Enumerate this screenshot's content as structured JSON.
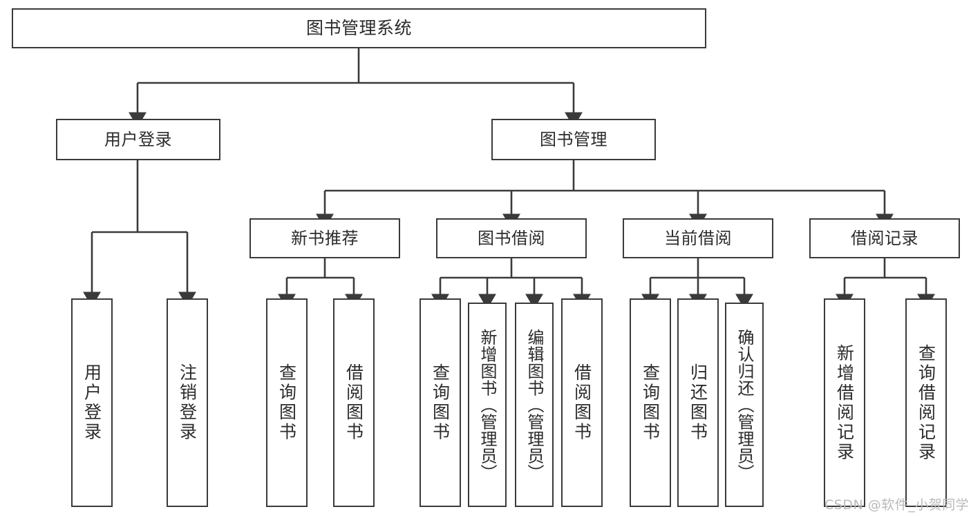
{
  "diagram": {
    "title": "图书管理系统",
    "type": "hierarchy-tree",
    "watermark": "CSDN @软件_小贺同学",
    "colors": {
      "border": "#3a3a3a",
      "text": "#2b2b2b",
      "background": "#ffffff",
      "watermark": "#b9b9b9"
    },
    "nodes": {
      "root": {
        "label": "图书管理系统"
      },
      "level1": [
        {
          "id": "user-login",
          "label": "用户登录"
        },
        {
          "id": "book-management",
          "label": "图书管理"
        }
      ],
      "level2": [
        {
          "id": "new-book-recommend",
          "label": "新书推荐"
        },
        {
          "id": "book-borrow",
          "label": "图书借阅"
        },
        {
          "id": "current-borrow",
          "label": "当前借阅"
        },
        {
          "id": "borrow-record",
          "label": "借阅记录"
        }
      ],
      "leaves": [
        {
          "id": "leaf-user-login",
          "label": "用户登录",
          "parent": "user-login"
        },
        {
          "id": "leaf-logout",
          "label": "注销登录",
          "parent": "user-login"
        },
        {
          "id": "leaf-query-book-1",
          "label": "查询图书",
          "parent": "new-book-recommend"
        },
        {
          "id": "leaf-borrow-book-1",
          "label": "借阅图书",
          "parent": "new-book-recommend"
        },
        {
          "id": "leaf-query-book-2",
          "label": "查询图书",
          "parent": "book-borrow"
        },
        {
          "id": "leaf-add-book",
          "label": "新增图书（管理员）",
          "parent": "book-borrow"
        },
        {
          "id": "leaf-edit-book",
          "label": "编辑图书（管理员）",
          "parent": "book-borrow"
        },
        {
          "id": "leaf-borrow-book-2",
          "label": "借阅图书",
          "parent": "book-borrow"
        },
        {
          "id": "leaf-query-book-3",
          "label": "查询图书",
          "parent": "current-borrow"
        },
        {
          "id": "leaf-return-book",
          "label": "归还图书",
          "parent": "current-borrow"
        },
        {
          "id": "leaf-confirm-return",
          "label": "确认归还（管理员）",
          "parent": "current-borrow"
        },
        {
          "id": "leaf-add-record",
          "label": "新增借阅记录",
          "parent": "borrow-record"
        },
        {
          "id": "leaf-query-record",
          "label": "查询借阅记录",
          "parent": "borrow-record"
        }
      ]
    }
  }
}
